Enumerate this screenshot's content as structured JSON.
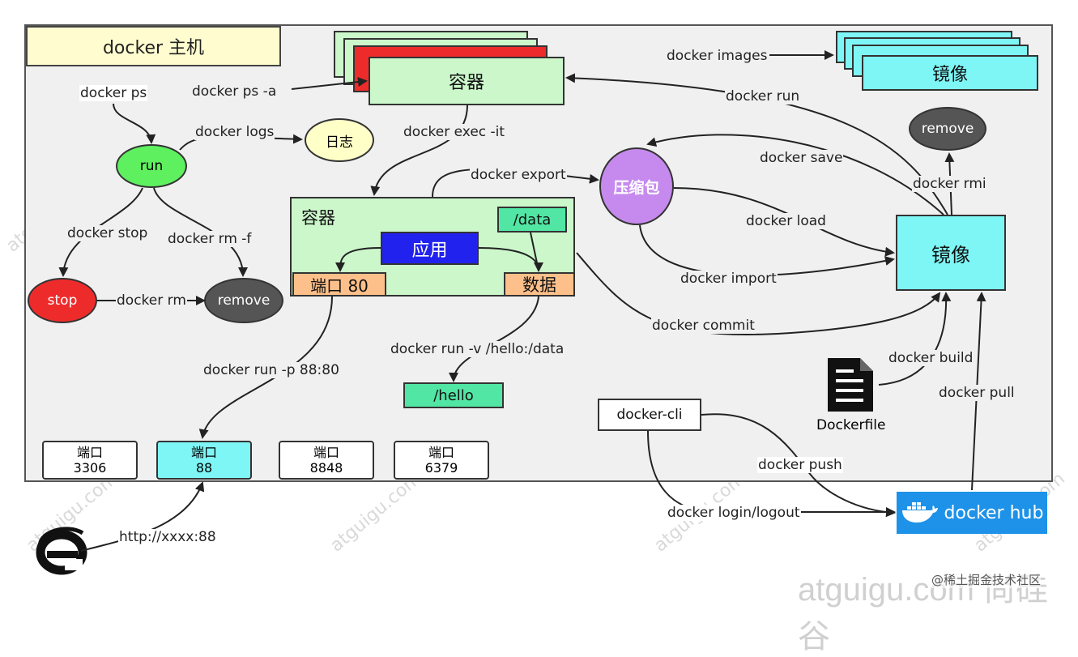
{
  "host": {
    "title": "docker 主机"
  },
  "nodes": {
    "container_top": "容器",
    "image_top": "镜像",
    "run": "run",
    "log": "日志",
    "stop": "stop",
    "remove_left": "remove",
    "remove_right": "remove",
    "compress": "压缩包",
    "image_main": "镜像",
    "container_main": "容器",
    "app": "应用",
    "data_dir": "/data",
    "port80": "端口 80",
    "data_store": "数据",
    "hello": "/hello",
    "docker_cli": "docker-cli",
    "dockerfile": "Dockerfile",
    "hub": "docker hub"
  },
  "ports": [
    {
      "label": "端口",
      "number": "3306"
    },
    {
      "label": "端口",
      "number": "88"
    },
    {
      "label": "端口",
      "number": "8848"
    },
    {
      "label": "端口",
      "number": "6379"
    }
  ],
  "edges": {
    "ps": "docker ps",
    "ps_a": "docker ps -a",
    "logs": "docker logs",
    "exec": "docker exec -it",
    "images": "docker images",
    "run_cmd": "docker run",
    "save": "docker save",
    "rmi": "docker rmi",
    "export": "docker export",
    "load": "docker load",
    "import": "docker import",
    "commit": "docker commit",
    "stop_cmd": "docker stop",
    "rm_f": "docker rm -f",
    "rm": "docker rm",
    "run_p": "docker run -p 88:80",
    "run_v": "docker run -v /hello:/data",
    "build": "docker build",
    "pull": "docker pull",
    "push": "docker push",
    "login": "docker login/logout",
    "http": "http://xxxx:88"
  },
  "watermark": {
    "site": "atguigu.com",
    "brand": "尚硅谷",
    "credit": "@稀土掘金技术社区"
  },
  "colors": {
    "container_green": "#cbf7cb",
    "image_cyan": "#7ef6f6",
    "run_green": "#5ef05e",
    "stop_red": "#ee2b2b",
    "remove_gray": "#555555",
    "compress_purple": "#c68aee",
    "app_blue": "#2222ee",
    "data_green": "#52e6a4",
    "port_orange": "#fdc08a",
    "hub_blue": "#1d92e8",
    "log_yellow": "#ffffc8"
  }
}
